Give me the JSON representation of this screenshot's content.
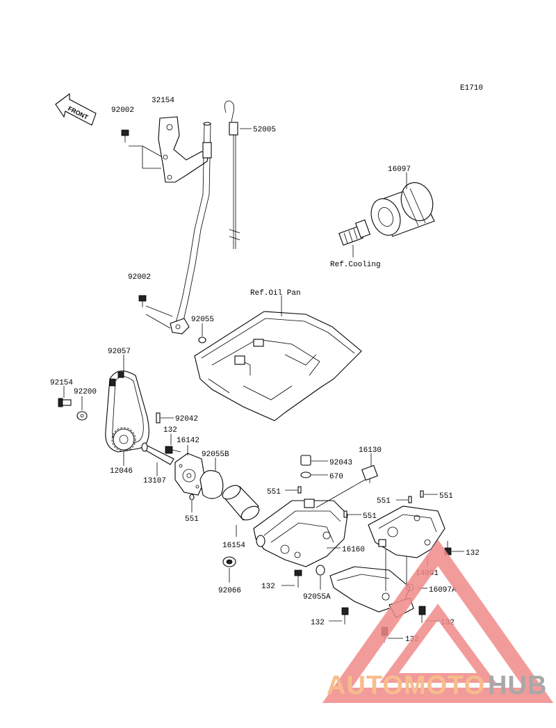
{
  "diagram_code": "E1710",
  "front_label": "FRONT",
  "labels": {
    "p92002_top": "92002",
    "p32154": "32154",
    "p52005": "52005",
    "p16097": "16097",
    "ref_cooling": "Ref.Cooling",
    "p92002_mid": "92002",
    "ref_oil_pan": "Ref.Oil Pan",
    "p92055": "92055",
    "p92057": "92057",
    "p92154": "92154",
    "p92200": "92200",
    "p92042": "92042",
    "p132_a": "132",
    "p16142": "16142",
    "p92055b": "92055B",
    "p12046": "12046",
    "p13107": "13107",
    "p551_a": "551",
    "p16130": "16130",
    "p92043": "92043",
    "p670": "670",
    "p551_b": "551",
    "p551_c": "551",
    "p551_d": "551",
    "p551_e": "551",
    "p16154": "16154",
    "p16160": "16160",
    "p132_b": "132",
    "p14091": "14091",
    "p92066": "92066",
    "p132_c": "132",
    "p92055a": "92055A",
    "p16097a": "16097A",
    "p132_d": "132",
    "p132_e": "132",
    "p132_f": "132"
  },
  "watermark": {
    "part1": "AUTOMOTO",
    "part2": "HUB",
    "colors": {
      "orange": "#f6b27a",
      "gray": "#9a9a9a",
      "triangle": "#f08a8a"
    }
  }
}
